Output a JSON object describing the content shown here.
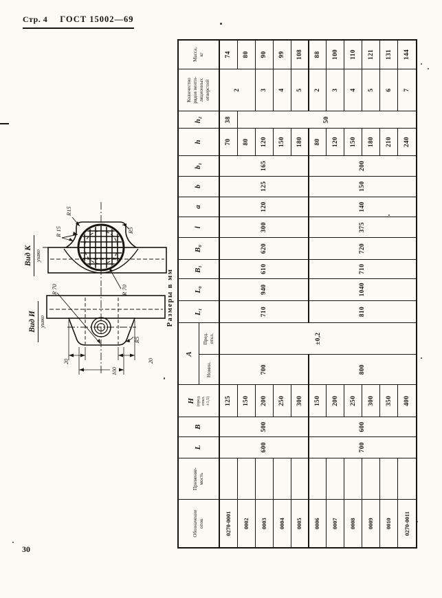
{
  "page": {
    "header_left": "Стр. 4",
    "header_right": "ГОСТ 15002—69",
    "page_number": "30",
    "table_title": "Размеры в мм"
  },
  "views": {
    "k": {
      "label": "Вид К",
      "sublabel": "ушко",
      "r15_top": "R15",
      "r15_left": "R 15",
      "r5": "R5",
      "r70": "R 70"
    },
    "i": {
      "label": "Вид И",
      "sublabel": "ушко",
      "r70": "R 70",
      "r5": "R5",
      "dim_left": "20",
      "dim_mid": "100",
      "dim_right": "20"
    }
  },
  "table": {
    "columns": [
      {
        "id": "oboznachenie",
        "label": "Обозначение\nопок",
        "w": 70,
        "desig": true,
        "cells": [
          [
            "0270-0001",
            1
          ],
          [
            "0002",
            1
          ],
          [
            "0003",
            1
          ],
          [
            "0004",
            1
          ],
          [
            "0005",
            1
          ],
          [
            "0006",
            1
          ],
          [
            "0007",
            1
          ],
          [
            "0008",
            1
          ],
          [
            "0009",
            1
          ],
          [
            "0010",
            1
          ],
          [
            "0270-0011",
            1
          ]
        ]
      },
      {
        "id": "primenyaemost",
        "label": "Применяе-\nмость",
        "w": 61,
        "cells": [
          [
            "",
            1
          ],
          [
            "",
            1
          ],
          [
            "",
            1
          ],
          [
            "",
            1
          ],
          [
            "",
            1
          ],
          [
            "",
            1
          ],
          [
            "",
            1
          ],
          [
            "",
            1
          ],
          [
            "",
            1
          ],
          [
            "",
            1
          ],
          [
            "",
            1
          ]
        ]
      },
      {
        "id": "L",
        "sym": "L",
        "w": 31,
        "cells": [
          [
            "600",
            5
          ],
          [
            "700",
            6
          ]
        ]
      },
      {
        "id": "B",
        "sym": "B",
        "w": 29,
        "cells": [
          [
            "500",
            5
          ],
          [
            "600",
            6
          ]
        ]
      },
      {
        "id": "H",
        "sym": "H",
        "note": "(пред.\nоткл.\n±1,5)",
        "w": 47,
        "cells": [
          [
            "125",
            1
          ],
          [
            "150",
            1
          ],
          [
            "200",
            1
          ],
          [
            "250",
            1
          ],
          [
            "300",
            1
          ],
          [
            "150",
            1
          ],
          [
            "200",
            1
          ],
          [
            "250",
            1
          ],
          [
            "300",
            1
          ],
          [
            "350",
            1
          ],
          [
            "400",
            1
          ]
        ]
      },
      {
        "id": "A",
        "group": "A",
        "w": 90,
        "subs": [
          {
            "id": "A-nomin",
            "label": "Номин.",
            "w": 45,
            "cells": [
              [
                "700",
                5
              ],
              [
                "800",
                6
              ]
            ]
          },
          {
            "id": "A-otkl",
            "label": "Пред.\nоткл.",
            "w": 45,
            "cells": [
              [
                "±0,2",
                11
              ]
            ]
          }
        ]
      },
      {
        "id": "L1",
        "sym": "L₁",
        "w": 33,
        "cells": [
          [
            "710",
            5
          ],
          [
            "810",
            6
          ]
        ]
      },
      {
        "id": "L0",
        "sym": "L₀",
        "w": 32,
        "cells": [
          [
            "940",
            5
          ],
          [
            "1040",
            6
          ]
        ]
      },
      {
        "id": "B1",
        "sym": "B₁",
        "w": 28,
        "cells": [
          [
            "610",
            5
          ],
          [
            "710",
            6
          ]
        ]
      },
      {
        "id": "B0",
        "sym": "B₀",
        "w": 32,
        "cells": [
          [
            "620",
            5
          ],
          [
            "720",
            6
          ]
        ]
      },
      {
        "id": "l",
        "sym": "l",
        "w": 30,
        "cells": [
          [
            "300",
            5
          ],
          [
            "375",
            6
          ]
        ]
      },
      {
        "id": "a",
        "sym": "a",
        "w": 30,
        "cells": [
          [
            "120",
            5
          ],
          [
            "140",
            6
          ]
        ]
      },
      {
        "id": "b",
        "sym": "b",
        "w": 30,
        "cells": [
          [
            "125",
            5
          ],
          [
            "150",
            6
          ]
        ]
      },
      {
        "id": "b1",
        "sym": "b₁",
        "w": 30,
        "cells": [
          [
            "165",
            5
          ],
          [
            "200",
            6
          ]
        ]
      },
      {
        "id": "h",
        "sym": "h",
        "w": 40,
        "cells": [
          [
            "70",
            1
          ],
          [
            "80",
            1
          ],
          [
            "120",
            1
          ],
          [
            "150",
            1
          ],
          [
            "180",
            1
          ],
          [
            "80",
            1
          ],
          [
            "120",
            1
          ],
          [
            "150",
            1
          ],
          [
            "180",
            1
          ],
          [
            "210",
            1
          ],
          [
            "240",
            1
          ]
        ]
      },
      {
        "id": "h2",
        "sym": "h₂",
        "w": 25,
        "cells": [
          [
            "38",
            1
          ],
          [
            "50",
            10
          ]
        ]
      },
      {
        "id": "kolvo",
        "label": "Количество\nрядов венти-\nляционных\nотверстий",
        "w": 62,
        "cells": [
          [
            "2",
            2
          ],
          [
            "3",
            1
          ],
          [
            "4",
            1
          ],
          [
            "5",
            1
          ],
          [
            "2",
            1
          ],
          [
            "3",
            1
          ],
          [
            "4",
            1
          ],
          [
            "5",
            1
          ],
          [
            "6",
            1
          ],
          [
            "7",
            1
          ]
        ]
      },
      {
        "id": "massa",
        "label": "Масса,\nкг",
        "w": 41,
        "cells": [
          [
            "74",
            1
          ],
          [
            "80",
            1
          ],
          [
            "90",
            1
          ],
          [
            "99",
            1
          ],
          [
            "108",
            1
          ],
          [
            "88",
            1
          ],
          [
            "100",
            1
          ],
          [
            "110",
            1
          ],
          [
            "121",
            1
          ],
          [
            "131",
            1
          ],
          [
            "144",
            1
          ]
        ]
      }
    ]
  }
}
